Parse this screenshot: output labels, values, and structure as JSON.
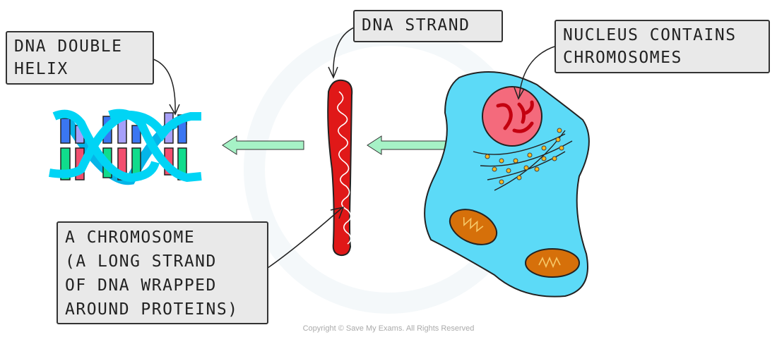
{
  "labels": {
    "double_helix": [
      "DNA DOUBLE",
      "HELIX"
    ],
    "dna_strand": [
      "DNA STRAND"
    ],
    "nucleus": [
      "NUCLEUS CONTAINS",
      "CHROMOSOMES"
    ],
    "chromosome": [
      "A CHROMOSOME",
      "(A LONG STRAND",
      "OF DNA WRAPPED",
      "AROUND PROTEINS)"
    ]
  },
  "copyright": "Copyright © Save My Exams. All Rights Reserved",
  "colors": {
    "helix_backbone": "#00d4f5",
    "chromosome": "#e01818",
    "cell": "#5cdaf7",
    "nucleus": "#f46a7c",
    "mitochondria": "#d6700a",
    "arrow": "#a6f2c6",
    "label_bg": "#e9e9e9"
  }
}
